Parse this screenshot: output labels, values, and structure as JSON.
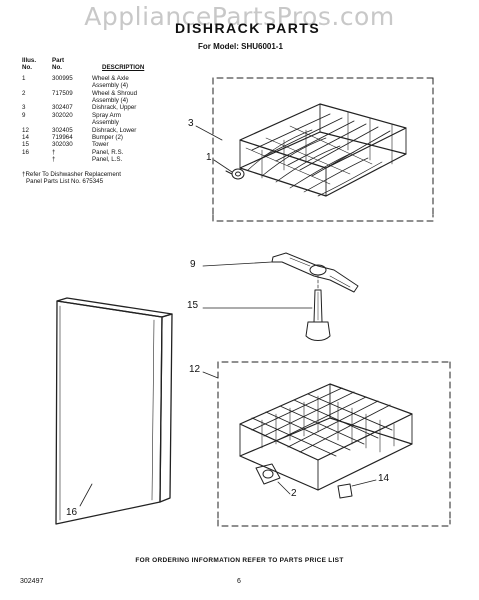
{
  "watermark": "AppliancePartsPros.com",
  "title": "DISHRACK PARTS",
  "model_line": "For Model: SHU6001-1",
  "table": {
    "headers": {
      "illus": "Illus.\nNo.",
      "part": "Part\nNo.",
      "desc": "DESCRIPTION"
    },
    "rows": [
      {
        "illus": "1",
        "part": "300995",
        "desc": "Wheel & Axle"
      },
      {
        "illus": "",
        "part": "",
        "desc": "Assembly (4)"
      },
      {
        "illus": "2",
        "part": "717509",
        "desc": "Wheel & Shroud"
      },
      {
        "illus": "",
        "part": "",
        "desc": "Assembly (4)"
      },
      {
        "illus": "3",
        "part": "302407",
        "desc": "Dishrack, Upper"
      },
      {
        "illus": "9",
        "part": "302020",
        "desc": "Spray Arm"
      },
      {
        "illus": "",
        "part": "",
        "desc": "Assembly"
      },
      {
        "illus": "12",
        "part": "302405",
        "desc": "Dishrack, Lower"
      },
      {
        "illus": "14",
        "part": "719964",
        "desc": "Bumper (2)"
      },
      {
        "illus": "15",
        "part": "302030",
        "desc": "Tower"
      },
      {
        "illus": "16",
        "part": "†",
        "desc": "Panel, R.S."
      },
      {
        "illus": "",
        "part": "†",
        "desc": "Panel, L.S."
      }
    ]
  },
  "footnote": {
    "line1": "†Refer To Dishwasher Replacement",
    "line2": "Panel Parts List No. 675345"
  },
  "callouts": {
    "c3": "3",
    "c1": "1",
    "c9": "9",
    "c15": "15",
    "c12": "12",
    "c16": "16",
    "c2": "2",
    "c14": "14"
  },
  "footer": {
    "ordering": "FOR ORDERING INFORMATION REFER TO PARTS PRICE LIST",
    "doc_number": "302497",
    "page_number": "6"
  }
}
